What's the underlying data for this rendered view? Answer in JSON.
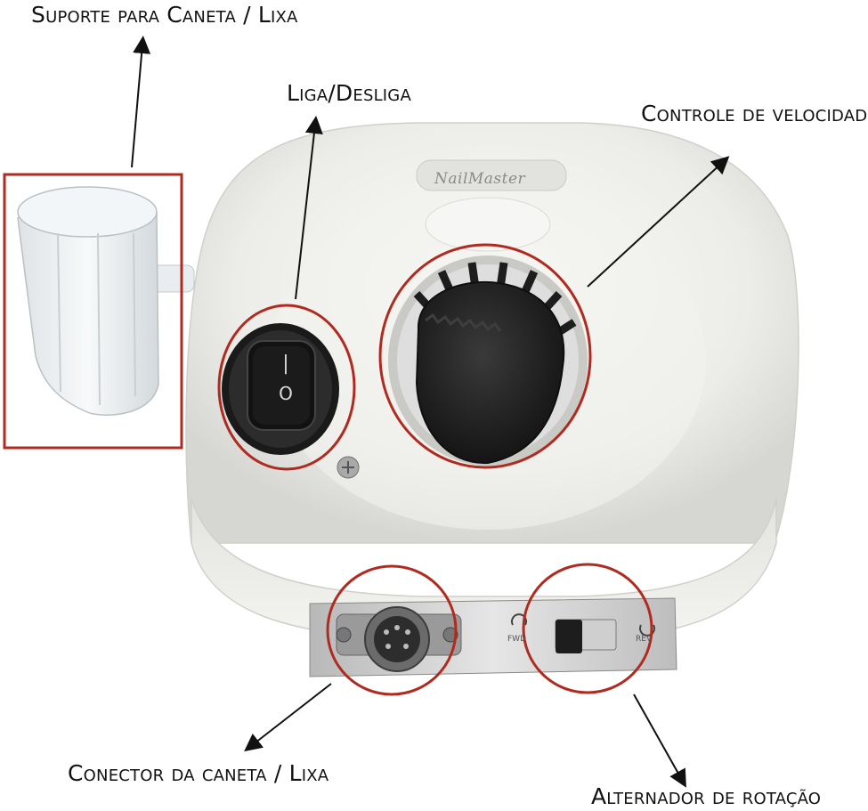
{
  "annotations": {
    "holder": "Suporte para Caneta / Lixa",
    "power": "Liga/Desliga",
    "speed": "Controle de velocidade",
    "connector": "Conector da caneta / Lixa",
    "rotation": "Alternador de rotação"
  },
  "device": {
    "brand": "NailMaster",
    "switch_on_symbol": "|",
    "switch_off_symbol": "O",
    "forward_label": "FWD",
    "reverse_label": "REV"
  },
  "colors": {
    "highlight": "#b02a1f",
    "body": "#eeeeea",
    "knob": "#2a2a2a"
  }
}
